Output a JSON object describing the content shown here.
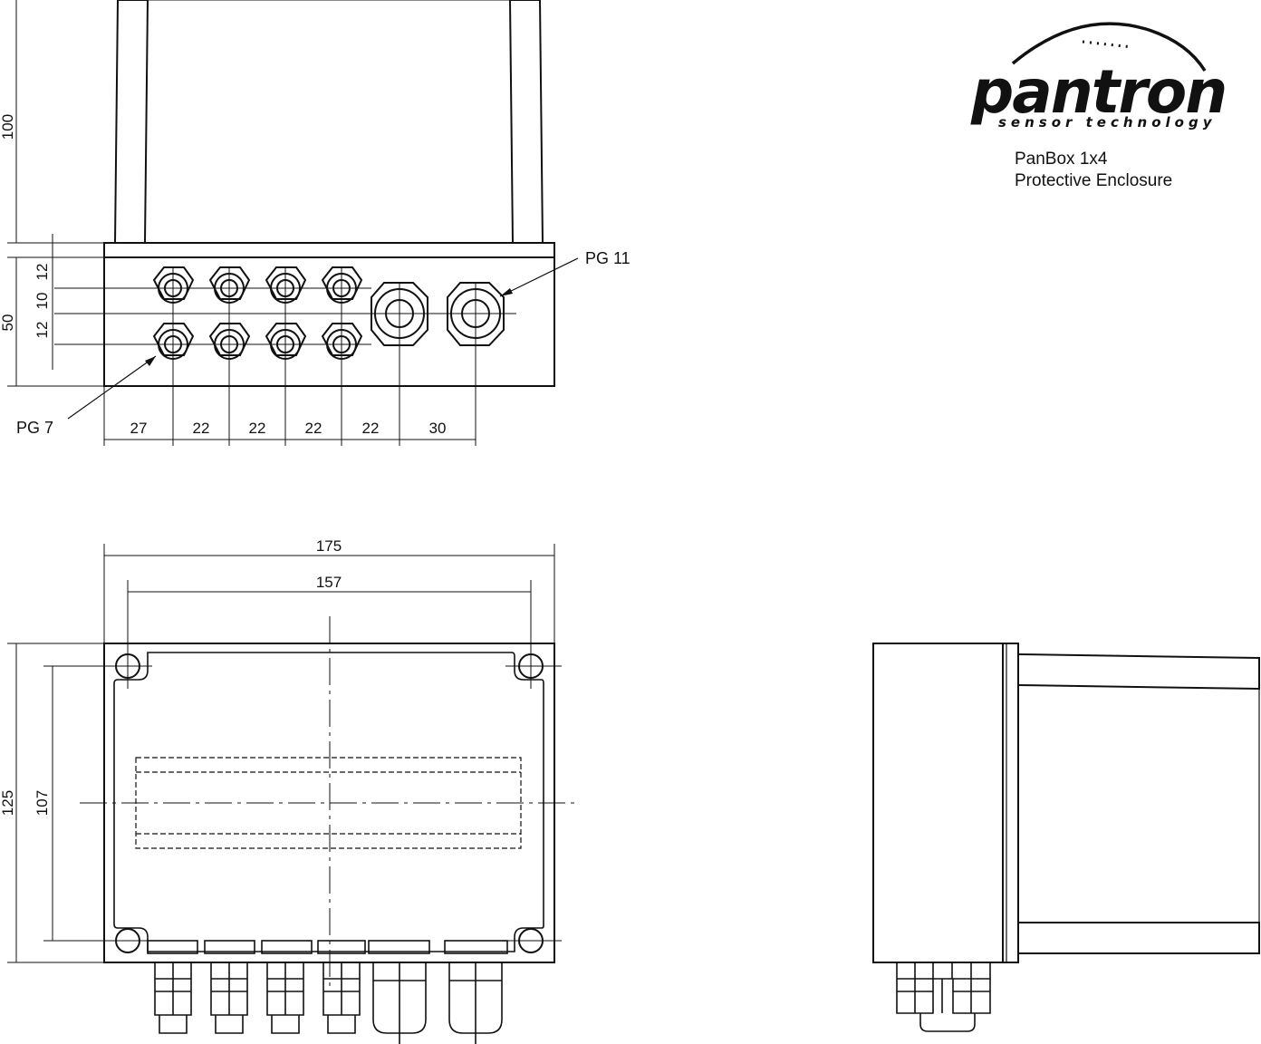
{
  "brand": {
    "name": "pantron",
    "tagline": "sensor technology"
  },
  "title": {
    "line1": "PanBox 1x4",
    "line2": "Protective Enclosure"
  },
  "labels": {
    "pg11": "PG 11",
    "pg7": "PG 7"
  },
  "dimensions": {
    "height_top": "100",
    "height_front": "50",
    "row_spacing": [
      "12",
      "10",
      "12"
    ],
    "horizontal_spacing": [
      "27",
      "22",
      "22",
      "22",
      "22",
      "30"
    ],
    "width_outer": "175",
    "width_holes": "157",
    "height_outer": "125",
    "height_holes": "107"
  }
}
